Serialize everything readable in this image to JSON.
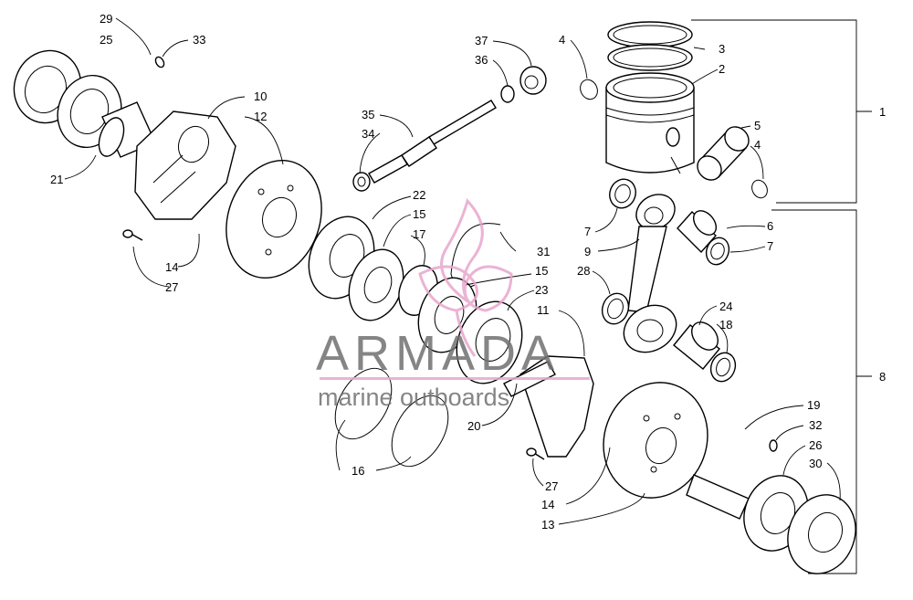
{
  "watermark": {
    "brand": "ARMADA",
    "tagline": "marine outboards",
    "accent_color": "#e8a6cd",
    "text_color": "#707070"
  },
  "labels": {
    "l1": "1",
    "l2": "2",
    "l3": "3",
    "l4a": "4",
    "l4b": "4",
    "l5": "5",
    "l6": "6",
    "l7a": "7",
    "l7b": "7",
    "l8": "8",
    "l9": "9",
    "l10": "10",
    "l11": "11",
    "l12": "12",
    "l13": "13",
    "l14a": "14",
    "l14b": "14",
    "l15a": "15",
    "l15b": "15",
    "l16": "16",
    "l17": "17",
    "l18": "18",
    "l19": "19",
    "l20": "20",
    "l21": "21",
    "l22": "22",
    "l23": "23",
    "l24": "24",
    "l25": "25",
    "l26": "26",
    "l27a": "27",
    "l27b": "27",
    "l28": "28",
    "l29": "29",
    "l30": "30",
    "l31": "31",
    "l32": "32",
    "l33": "33",
    "l34": "34",
    "l35": "35",
    "l36": "36",
    "l37": "37"
  }
}
